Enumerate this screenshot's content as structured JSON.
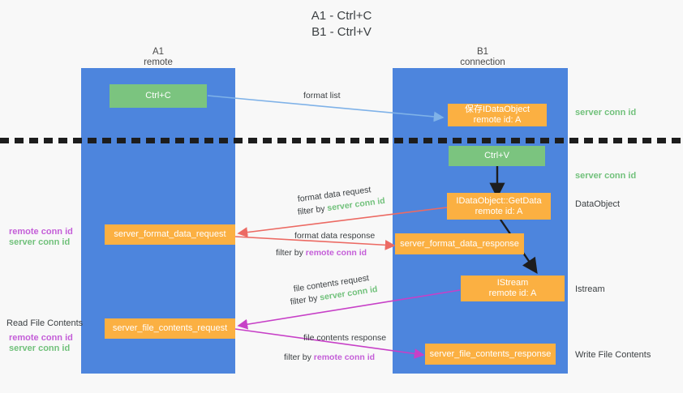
{
  "title": {
    "line1": "A1 - Ctrl+C",
    "line2": "B1 - Ctrl+V"
  },
  "columns": [
    {
      "name": "A1",
      "sub": "remote"
    },
    {
      "name": "B1",
      "sub": "connection"
    }
  ],
  "boxes": {
    "ctrl_c": {
      "label": "Ctrl+C"
    },
    "ctrl_v": {
      "label": "Ctrl+V"
    },
    "idataobject_save": {
      "line1": "保存IDataObject",
      "line2": "remote id: A"
    },
    "idataobject_getdata": {
      "line1": "IDataObject::GetData",
      "line2": "remote id: A"
    },
    "istream": {
      "line1": "IStream",
      "line2": "remote id: A"
    },
    "server_format_data_request": {
      "label": "server_format_data_request"
    },
    "server_format_data_response": {
      "label": "server_format_data_response"
    },
    "server_file_contents_request": {
      "label": "server_file_contents_request"
    },
    "server_file_contents_response": {
      "label": "server_file_contents_response"
    }
  },
  "right_labels": {
    "server_conn_id_top": "server conn id",
    "server_conn_id_mid": "server conn id",
    "dataobject": "DataObject",
    "istream": "Istream",
    "write_file_contents": "Write File Contents"
  },
  "left_labels": {
    "remote_conn_id_upper": "remote conn id",
    "server_conn_id_upper": "server conn id",
    "read_file_contents": "Read File Contents",
    "remote_conn_id_lower": "remote conn id",
    "server_conn_id_lower": "server conn id"
  },
  "captions": {
    "format_list": "format list",
    "format_data_request": "format data request",
    "format_data_request_filter_prefix": "filter by ",
    "format_data_request_filter_value": "server conn id",
    "format_data_response": "format data response",
    "format_data_response_filter_prefix": "filter by ",
    "format_data_response_filter_value": "remote conn id",
    "file_contents_request": "file contents request",
    "file_contents_request_filter_prefix": "filter by ",
    "file_contents_request_filter_value": "server conn id",
    "file_contents_response": "file contents response",
    "file_contents_response_filter_prefix": "filter by ",
    "file_contents_response_filter_value": "remote conn id"
  },
  "colors": {
    "lane": "#4d85dd",
    "green_box": "#7bc47f",
    "orange_box": "#fbb042",
    "green_text": "#71c17b",
    "purple_text": "#c45ed8",
    "arrow_light_blue": "#7fb2e8",
    "arrow_red": "#ec6a63",
    "arrow_magenta": "#c740c7",
    "arrow_black": "#1d1d1d"
  }
}
